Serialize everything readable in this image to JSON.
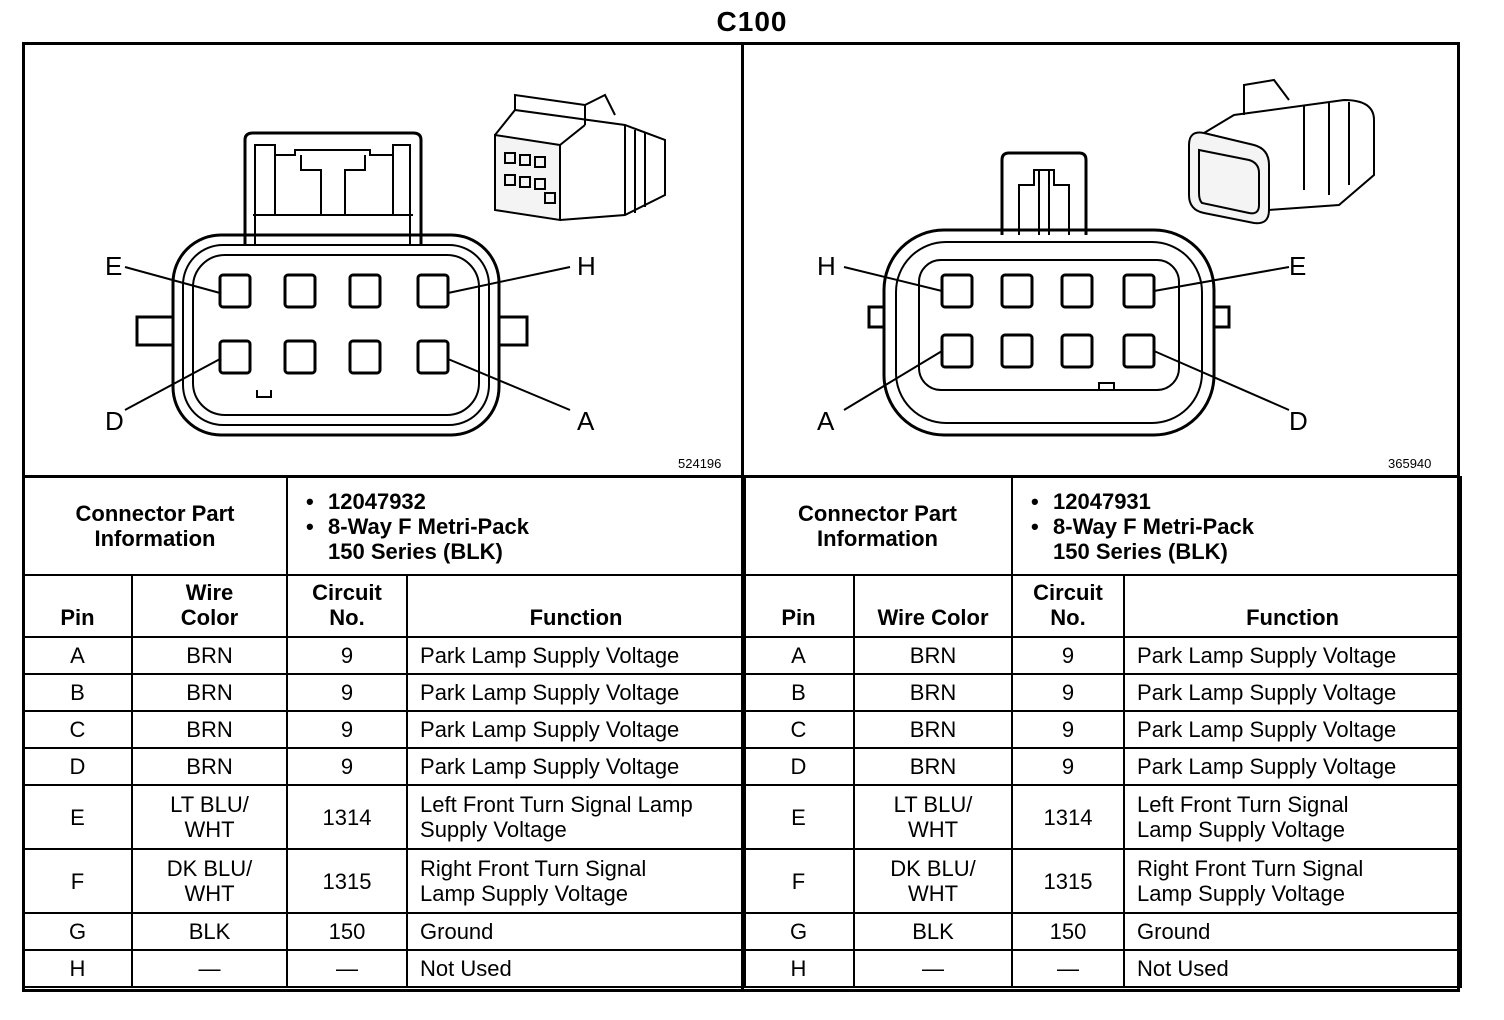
{
  "title": "C100",
  "panels": [
    {
      "ref_number": "524196",
      "pin_labels": {
        "E": "E",
        "H": "H",
        "D": "D",
        "A": "A"
      },
      "connector_part_info_label": "Connector Part\nInformation",
      "part_number": "12047932",
      "part_desc": "8-Way F Metri-Pack\n150 Series (BLK)",
      "headers": {
        "pin": "Pin",
        "wire_color": "Wire\nColor",
        "circuit": "Circuit\nNo.",
        "function": "Function"
      },
      "rows": [
        {
          "pin": "A",
          "color": "BRN",
          "circuit": "9",
          "function": "Park Lamp Supply Voltage"
        },
        {
          "pin": "B",
          "color": "BRN",
          "circuit": "9",
          "function": "Park Lamp Supply Voltage"
        },
        {
          "pin": "C",
          "color": "BRN",
          "circuit": "9",
          "function": "Park Lamp Supply Voltage"
        },
        {
          "pin": "D",
          "color": "BRN",
          "circuit": "9",
          "function": "Park Lamp Supply Voltage"
        },
        {
          "pin": "E",
          "color": "LT BLU/\nWHT",
          "circuit": "1314",
          "function": "Left Front Turn Signal Lamp\nSupply Voltage"
        },
        {
          "pin": "F",
          "color": "DK BLU/\nWHT",
          "circuit": "1315",
          "function": "Right Front Turn Signal\nLamp Supply Voltage"
        },
        {
          "pin": "G",
          "color": "BLK",
          "circuit": "150",
          "function": "Ground"
        },
        {
          "pin": "H",
          "color": "—",
          "circuit": "—",
          "function": "Not Used"
        }
      ]
    },
    {
      "ref_number": "365940",
      "pin_labels": {
        "H": "H",
        "E": "E",
        "A": "A",
        "D": "D"
      },
      "connector_part_info_label": "Connector Part\nInformation",
      "part_number": "12047931",
      "part_desc": "8-Way F Metri-Pack\n150 Series (BLK)",
      "headers": {
        "pin": "Pin",
        "wire_color": "Wire Color",
        "circuit": "Circuit\nNo.",
        "function": "Function"
      },
      "rows": [
        {
          "pin": "A",
          "color": "BRN",
          "circuit": "9",
          "function": "Park Lamp Supply Voltage"
        },
        {
          "pin": "B",
          "color": "BRN",
          "circuit": "9",
          "function": "Park Lamp Supply Voltage"
        },
        {
          "pin": "C",
          "color": "BRN",
          "circuit": "9",
          "function": "Park Lamp Supply Voltage"
        },
        {
          "pin": "D",
          "color": "BRN",
          "circuit": "9",
          "function": "Park Lamp Supply Voltage"
        },
        {
          "pin": "E",
          "color": "LT BLU/\nWHT",
          "circuit": "1314",
          "function": "Left Front Turn Signal\nLamp Supply Voltage"
        },
        {
          "pin": "F",
          "color": "DK BLU/\nWHT",
          "circuit": "1315",
          "function": "Right Front Turn Signal\nLamp Supply Voltage"
        },
        {
          "pin": "G",
          "color": "BLK",
          "circuit": "150",
          "function": "Ground"
        },
        {
          "pin": "H",
          "color": "—",
          "circuit": "—",
          "function": "Not Used"
        }
      ]
    }
  ]
}
